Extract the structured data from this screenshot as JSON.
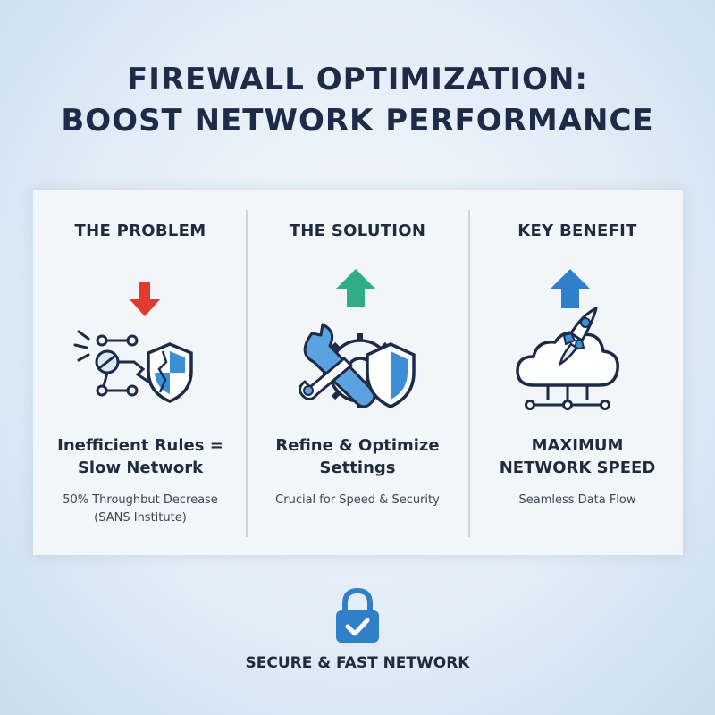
{
  "title": {
    "line1": "FIREWALL OPTIMIZATION:",
    "line2": "BOOST NETWORK PERFORMANCE"
  },
  "columns": [
    {
      "heading": "THE PROBLEM",
      "main_line1": "Inefficient Rules =",
      "main_line2": "Slow Network",
      "sub_line1": "50% Throughbut Decrease",
      "sub_line2": "(SANS Institute)",
      "icons": [
        "down-arrow-icon",
        "broken-network-icon",
        "cracked-shield-icon"
      ]
    },
    {
      "heading": "THE SOLUTION",
      "main_line1": "Refine & Optimize",
      "main_line2": "Settings",
      "sub_line1": "Crucial for Speed & Security",
      "sub_line2": "",
      "icons": [
        "up-arrow-icon",
        "wrench-icon",
        "gear-icon",
        "shield-icon"
      ]
    },
    {
      "heading": "KEY BENEFIT",
      "main_line1": "MAXIMUM",
      "main_line2": "NETWORK SPEED",
      "sub_line1": "Seamless Data Flow",
      "sub_line2": "",
      "icons": [
        "up-arrow-icon",
        "rocket-icon",
        "cloud-icon",
        "network-nodes-icon"
      ]
    }
  ],
  "footer": {
    "label": "SECURE & FAST NETWORK",
    "icon": "lock-check-icon"
  },
  "colors": {
    "navy": "#1d2b48",
    "blue": "#2f7fc9",
    "red": "#e23a2e",
    "green": "#2fae86",
    "shield_blue": "#3b8fd6"
  }
}
